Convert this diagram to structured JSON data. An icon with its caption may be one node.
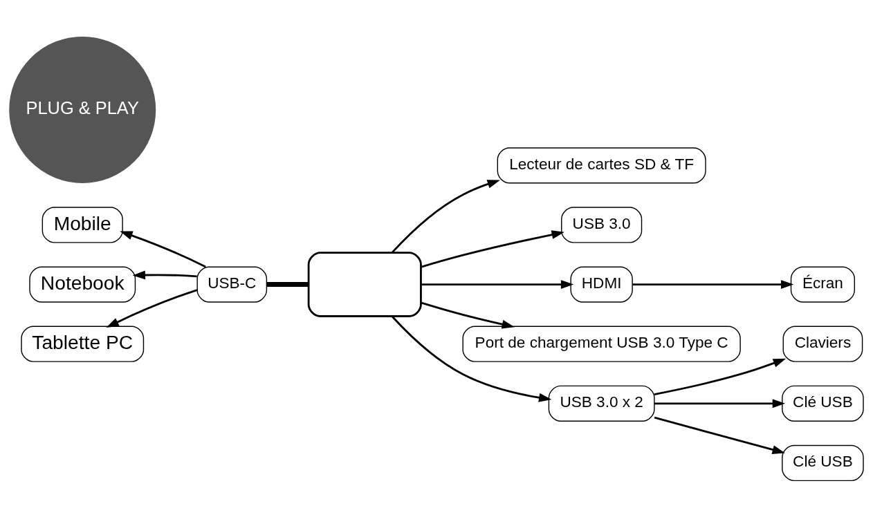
{
  "diagram": {
    "nodes": [
      {
        "text": [
          "Mobile"
        ]
      },
      {
        "text": [
          "Notebook"
        ]
      },
      {
        "text": [
          "Tablette PC"
        ]
      },
      {
        "text": [
          "USB-C"
        ]
      },
      {
        "text": [],
        "shape": "box"
      },
      {
        "text": [
          "Lecteur de cartes SD & TF"
        ]
      },
      {
        "text": [
          "USB 3.0"
        ]
      },
      {
        "text": [
          "HDMI"
        ]
      },
      {
        "text": [
          "Écran"
        ]
      },
      {
        "text": [
          "Port de chargement USB 3.0 Type C"
        ]
      },
      {
        "text": [
          "USB 3.0 x 2"
        ]
      },
      {
        "text": [
          "Claviers"
        ]
      },
      {
        "text": [
          "Clé USB"
        ]
      },
      {
        "text": [
          "Clé USB"
        ]
      },
      {
        "text": [
          "PLUG & PLAY"
        ]
      }
    ],
    "edges": [
      {
        "from": 3,
        "to": 0,
        "arrow": "to"
      },
      {
        "from": 3,
        "to": 1,
        "arrow": "to"
      },
      {
        "from": 3,
        "to": 2,
        "arrow": "to"
      },
      {
        "from": 3,
        "to": 4,
        "arrow": "none",
        "style": "thick"
      },
      {
        "from": 4,
        "to": 5,
        "arrow": "to"
      },
      {
        "from": 4,
        "to": 6,
        "arrow": "to"
      },
      {
        "from": 4,
        "to": 7,
        "arrow": "to"
      },
      {
        "from": 7,
        "to": 8,
        "arrow": "to"
      },
      {
        "from": 4,
        "to": 9,
        "arrow": "to"
      },
      {
        "from": 4,
        "to": 10,
        "arrow": "to"
      },
      {
        "from": 10,
        "to": 11,
        "arrow": "to"
      },
      {
        "from": 10,
        "to": 12,
        "arrow": "to"
      },
      {
        "from": 10,
        "to": 13,
        "arrow": "to"
      }
    ]
  }
}
